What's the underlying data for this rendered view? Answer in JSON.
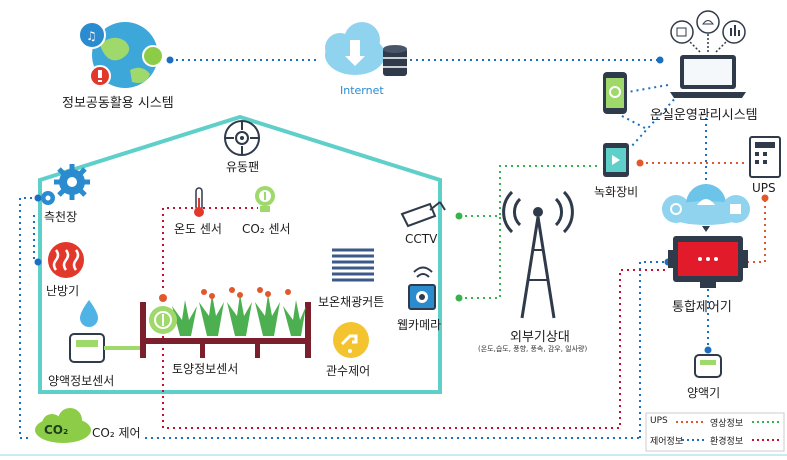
{
  "nodes": {
    "info_sharing": "정보공동활용 시스템",
    "internet": "Internet",
    "greenhouse_mgmt": "온실운영관리시스템",
    "recording": "녹화장비",
    "ups": "UPS",
    "integrated_control": "통합제어기",
    "nutrient_unit": "양액기",
    "circulation_fan": "유동팬",
    "weather_station": "측천장",
    "heater": "난방기",
    "temp_sensor": "온도 센서",
    "co2_sensor": "CO₂ 센서",
    "cctv": "CCTV",
    "webcam": "웹카메라",
    "thermal_curtain": "보온채광커튼",
    "irrigation": "관수제어",
    "soil_sensor": "토양정보센서",
    "nutrient_sensor": "양액정보센서",
    "outdoor_weather": "외부기상대",
    "outdoor_weather_detail": "(온도,습도, 풍향, 풍속, 감우, 일사량)",
    "co2_control": "CO₂ 제어",
    "co2_badge": "CO₂"
  },
  "legend": {
    "ups": "UPS",
    "video": "영상정보",
    "control": "제어정보",
    "environment": "환경정보"
  },
  "colors": {
    "ups": "#e2572b",
    "video": "#37b24d",
    "control": "#1c6fbf",
    "environment": "#c8102e",
    "greenhouse": "#5fd0c9",
    "accent_blue": "#2b8bcf"
  }
}
